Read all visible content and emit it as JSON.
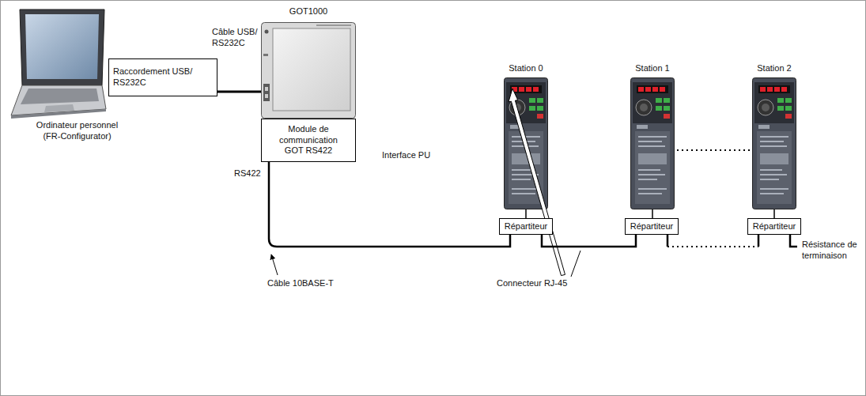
{
  "diagram": {
    "nodes": [
      {
        "text": [
          "Raccordement USB/ RS232C"
        ]
      },
      {
        "text": [
          "GOT1000"
        ]
      },
      {
        "text": [
          "Module de communication GOT RS422"
        ]
      },
      {
        "text": [
          "Répartiteur"
        ]
      },
      {
        "text": [
          "Répartiteur"
        ]
      },
      {
        "text": [
          "Répartiteur"
        ]
      }
    ],
    "edges": [
      {
        "from": 0,
        "to": 1,
        "arrow": "none",
        "label": "Câble USB/ RS232C"
      },
      {
        "from": 2,
        "to": 3,
        "arrow": "none"
      },
      {
        "from": 3,
        "to": 4,
        "arrow": "none"
      },
      {
        "from": 4,
        "to": 5,
        "arrow": "none"
      }
    ],
    "labels": [
      "Ordinateur personnel (FR-Configurator)",
      "Station 0",
      "Station 1",
      "Station 2",
      "RS422",
      "Interface PU",
      "Câble 10BASE-T",
      "Connecteur RJ-45",
      "Résistance de terminaison"
    ]
  }
}
